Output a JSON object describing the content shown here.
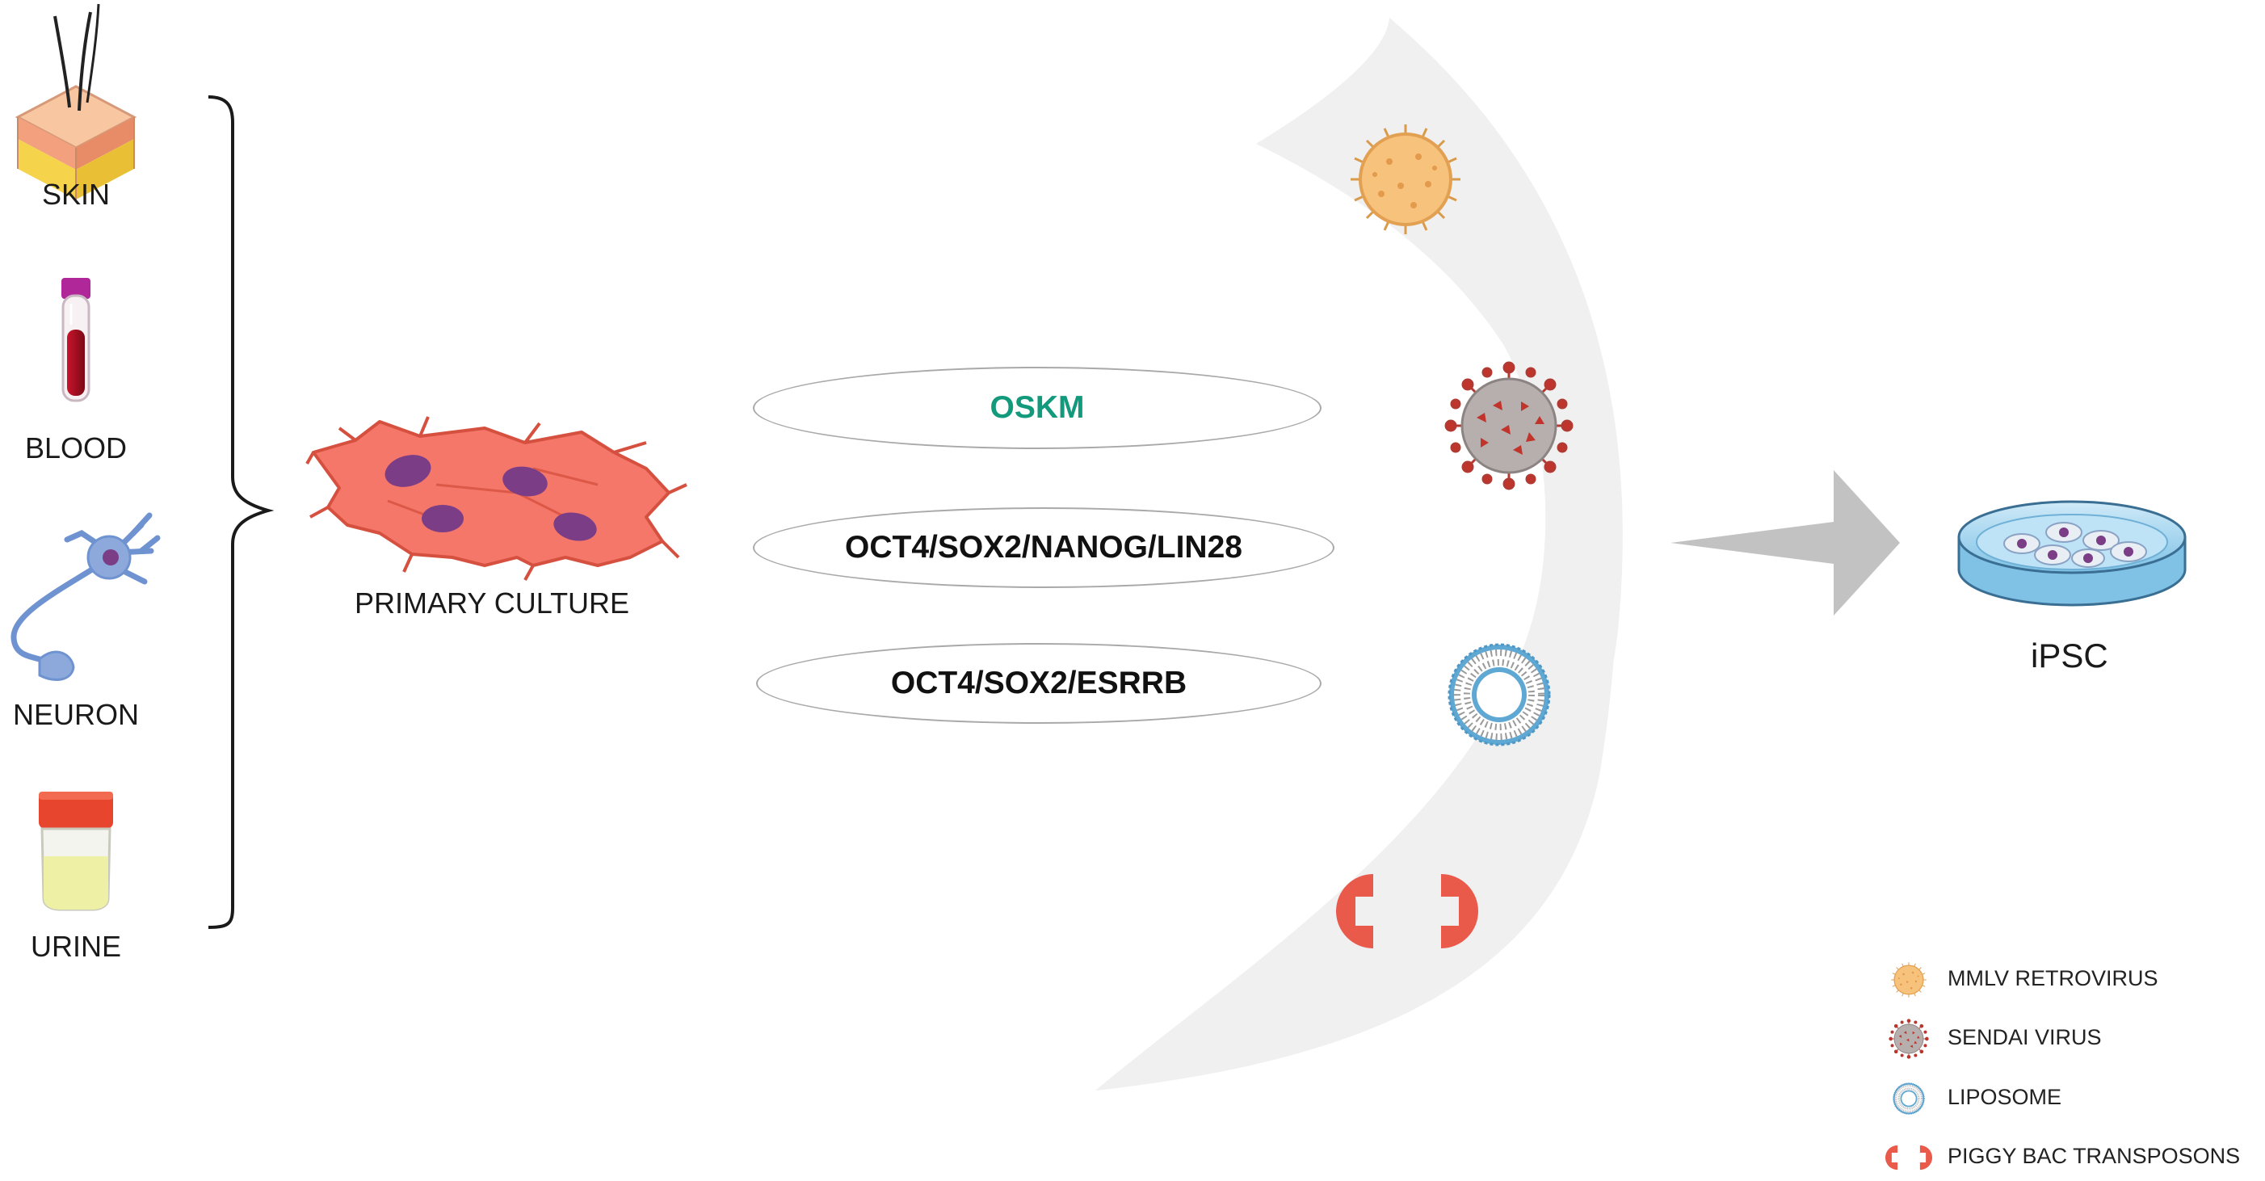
{
  "sources": [
    {
      "id": "skin",
      "label": "SKIN",
      "icon": "skin-icon"
    },
    {
      "id": "blood",
      "label": "BLOOD",
      "icon": "blood-tube-icon"
    },
    {
      "id": "neuron",
      "label": "NEURON",
      "icon": "neuron-icon"
    },
    {
      "id": "urine",
      "label": "URINE",
      "icon": "urine-container-icon"
    }
  ],
  "culture": {
    "label": "PRIMARY CULTURE",
    "icon": "fibroblast-cells-icon"
  },
  "factors": [
    {
      "label": "OSKM",
      "color": "#139a7c"
    },
    {
      "label": "OCT4/SOX2/NANOG/LIN28",
      "color": "#111111"
    },
    {
      "label": "OCT4/SOX2/ESRRB",
      "color": "#111111"
    }
  ],
  "vectors_arc_icons": [
    "mmlv-retrovirus-icon",
    "sendai-virus-icon",
    "liposome-icon",
    "piggybac-transposon-icon"
  ],
  "result": {
    "label": "iPSC",
    "icon": "petri-dish-icon"
  },
  "legend": [
    {
      "label": "MMLV RETROVIRUS",
      "icon": "mmlv-retrovirus-icon"
    },
    {
      "label": "SENDAI VIRUS",
      "icon": "sendai-virus-icon"
    },
    {
      "label": "LIPOSOME",
      "icon": "liposome-icon"
    },
    {
      "label": "PIGGY BAC TRANSPOSONS",
      "icon": "piggybac-transposon-icon"
    }
  ],
  "colors": {
    "oskm": "#139a7c",
    "arc_band": "#f0f0f0",
    "arrow": "#c2c2c2",
    "cell": "#f4776a",
    "nucleus": "#7a3d86",
    "retrovirus": "#f5b86a",
    "sendai": "#b0a7a5",
    "sendai_spike": "#c0342b",
    "liposome": "#5fa8d3",
    "transposon": "#e95a4b",
    "dish": "#a9d7ef"
  }
}
